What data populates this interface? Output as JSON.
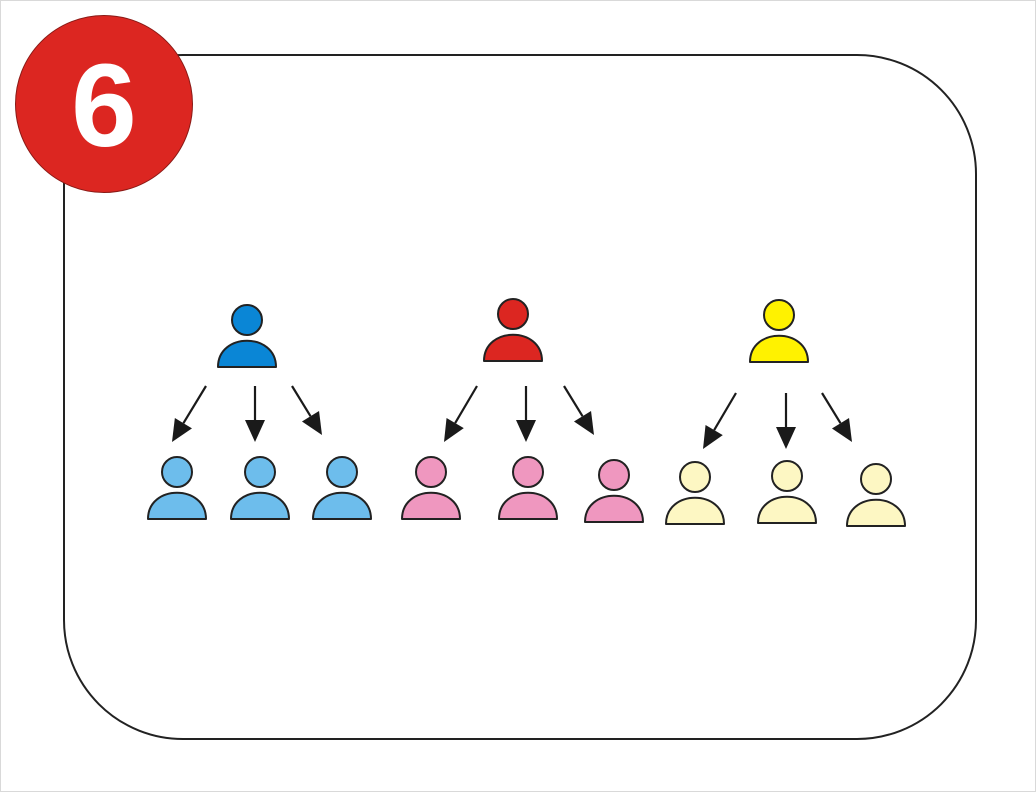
{
  "badge": {
    "number": "6",
    "color": "#dc2621"
  },
  "groups": [
    {
      "name": "blue-group",
      "leader_color": "#0a86d6",
      "member_color": "#6dbdec",
      "member_count": 3
    },
    {
      "name": "red-group",
      "leader_color": "#dc2621",
      "member_color": "#ef97bf",
      "member_count": 3
    },
    {
      "name": "yellow-group",
      "leader_color": "#fff200",
      "member_color": "#fdf7c3",
      "member_count": 3
    }
  ],
  "icons": {
    "person": "person-icon",
    "arrow": "down-arrow-icon"
  },
  "colors": {
    "outline": "#222222",
    "arrow": "#1a1a1a"
  }
}
